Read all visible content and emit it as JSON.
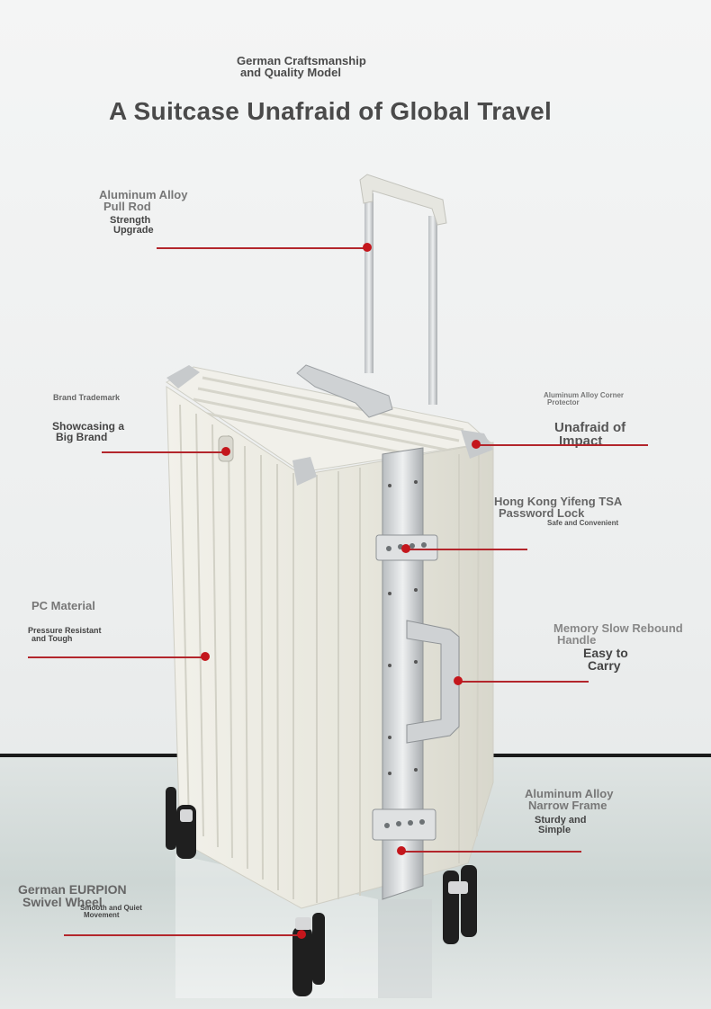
{
  "header": {
    "subtitle_line1": "German Craftsmanship",
    "subtitle_line2": "and Quality Model",
    "title": "A Suitcase Unafraid of Global Travel"
  },
  "features": {
    "pull_rod": {
      "title_line1": "Aluminum Alloy",
      "title_line2": "Pull Rod",
      "sub_line1": "Strength",
      "sub_line2": "Upgrade"
    },
    "brand": {
      "title": "Brand Trademark",
      "sub_line1": "Showcasing a",
      "sub_line2": "Big Brand"
    },
    "corner": {
      "title_line1": "Aluminum Alloy Corner",
      "title_line2": "Protector",
      "sub_line1": "Unafraid of",
      "sub_line2": "Impact"
    },
    "lock": {
      "title_line1": "Hong Kong Yifeng TSA",
      "title_line2": "Password Lock",
      "sub": "Safe and Convenient"
    },
    "material": {
      "title": "PC Material",
      "sub_line1": "Pressure Resistant",
      "sub_line2": "and Tough"
    },
    "handle": {
      "title_line1": "Memory Slow Rebound",
      "title_line2": "Handle",
      "sub_line1": "Easy to",
      "sub_line2": "Carry"
    },
    "frame": {
      "title_line1": "Aluminum Alloy",
      "title_line2": "Narrow Frame",
      "sub_line1": "Sturdy and",
      "sub_line2": "Simple"
    },
    "wheel": {
      "title_line1": "German EURPION",
      "title_line2": "Swivel Wheel",
      "sub_line1": "Smooth and Quiet",
      "sub_line2": "Movement"
    }
  },
  "colors": {
    "accent": "#c4161c",
    "text": "#555555",
    "case_body": "#ecebe2",
    "frame": "#c9cdcf"
  },
  "icons": [
    "suitcase-illustration"
  ]
}
